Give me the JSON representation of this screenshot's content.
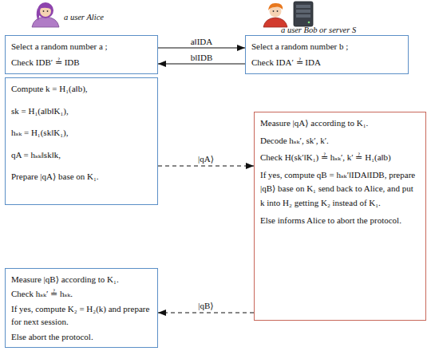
{
  "diagram": {
    "nodes": [
      {
        "text": [
          "Select a random number a ;",
          "Check IDB′ ≟ IDB"
        ]
      },
      {
        "text": [
          "Select a random number b ;",
          "Check IDA′ ≟ IDA"
        ]
      },
      {
        "text": [
          "Compute k = H₁(a‖b),",
          "sk = H₁(a‖b‖K₁),",
          "hₛₖ = H₁(sk‖K₁),",
          "qA = hₛₖ‖sk‖k,",
          "Prepare |qA⟩ base on K₁."
        ]
      },
      {
        "text": [
          "Measure |qA⟩ according to K₁.",
          "Decode hₛₖ′, sk′, k′.",
          "Check H(sk′‖K₁) ≟ hₛₖ′, k′ ≟ H₁(a‖b)",
          "If yes, compute qB = hₛₖ′‖IDA‖IDB, prepare |qB⟩ base on K₁ send back to Alice, and put k into H₂ getting K₂ instead of K₁.",
          "Else informs Alice to abort the protocol."
        ]
      },
      {
        "text": [
          "Measure |qB⟩ according to K₁.",
          "Check hₛₖ′ ≟ hₛₖ.",
          "If yes, compute K₂ = H₂(k) and prepare for next session.",
          "Else abort the protocol."
        ]
      }
    ],
    "edges": [
      {
        "from": 0,
        "to": 1,
        "label": "a‖IDA",
        "arrow": "to"
      },
      {
        "from": 1,
        "to": 0,
        "label": "b‖IDB",
        "arrow": "to"
      },
      {
        "from": 2,
        "to": 3,
        "label": "|qA⟩",
        "arrow": "to"
      },
      {
        "from": 3,
        "to": 4,
        "label": "|qB⟩",
        "arrow": "to"
      }
    ],
    "labels": [
      "a user Alice",
      "a user Bob or server S"
    ]
  }
}
